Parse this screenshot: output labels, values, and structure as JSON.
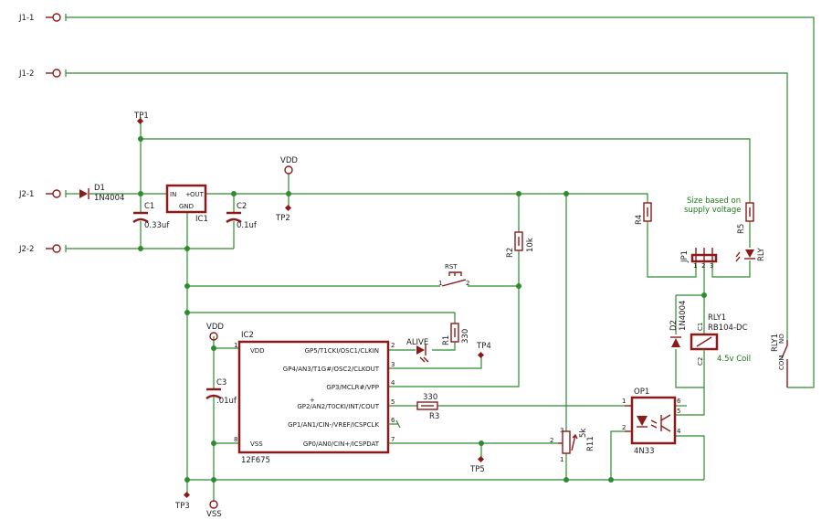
{
  "connectors": {
    "j1_1": "J1-1",
    "j1_2": "J1-2",
    "j2_1": "J2-1",
    "j2_2": "J2-2"
  },
  "testpoints": {
    "tp1": "TP1",
    "tp2": "TP2",
    "tp3": "TP3",
    "tp4": "TP4",
    "tp5": "TP5"
  },
  "supplies": {
    "vdd_top": "VDD",
    "vdd_ic2": "VDD",
    "vss": "VSS"
  },
  "d1": {
    "name": "D1",
    "value": "1N4004"
  },
  "ic1": {
    "name": "IC1",
    "in": "IN",
    "out": "OUT",
    "gnd": "GND"
  },
  "c1": {
    "name": "C1",
    "value": "0.33uf"
  },
  "c2": {
    "name": "C2",
    "value": "0.1uf"
  },
  "c3": {
    "name": "C3",
    "value": ".01uf"
  },
  "r1": {
    "name": "R1",
    "value": "330"
  },
  "r2": {
    "name": "R2",
    "value": "10k"
  },
  "r3": {
    "name": "R3",
    "value": "330"
  },
  "r4": {
    "name": "R4"
  },
  "r5": {
    "name": "R5"
  },
  "r11": {
    "name": "R11",
    "value": "5k"
  },
  "rst": {
    "name": "RST"
  },
  "alive": {
    "name": "ALIVE"
  },
  "ic2": {
    "name": "IC2",
    "part": "12F675",
    "vdd": "VDD",
    "vss": "VSS",
    "gp5": "GP5/T1CKI/OSC1/CLKIN",
    "gp4": "GP4/AN3/T1G#/OSC2/CLKOUT",
    "gp3": "GP3/MCLR#/VPP",
    "gp2": "GP2/AN2/T0CKI/INT/COUT",
    "gp1": "GP1/AN1/CIN-/VREF/ICSPCLK",
    "gp0": "GP0/AN0/CIN+/ICSPDAT"
  },
  "jp1": {
    "name": "JP1"
  },
  "d2": {
    "name": "D2",
    "value": "1N4004"
  },
  "rly1": {
    "name": "RLY1",
    "part": "RB104-DC",
    "coil": "4.5v Coil",
    "c1": "C1",
    "c2": "C2",
    "com": "COM",
    "no": "NO"
  },
  "rly_led": {
    "name": "RLY"
  },
  "op1": {
    "name": "OP1",
    "part": "4N33"
  },
  "note": {
    "line1": "Size based on",
    "line2": "supply voltage"
  }
}
